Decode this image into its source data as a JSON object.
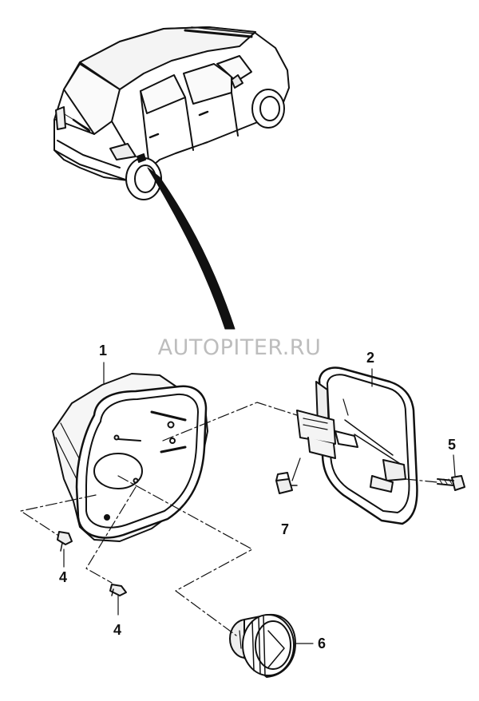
{
  "watermark": "AUTOPITER.RU",
  "callouts": {
    "c1": "1",
    "c2": "2",
    "c4a": "4",
    "c4b": "4",
    "c5": "5",
    "c6": "6",
    "c7": "7"
  },
  "colors": {
    "line": "#111111",
    "watermark": "#bdbdbd",
    "background": "#ffffff"
  }
}
